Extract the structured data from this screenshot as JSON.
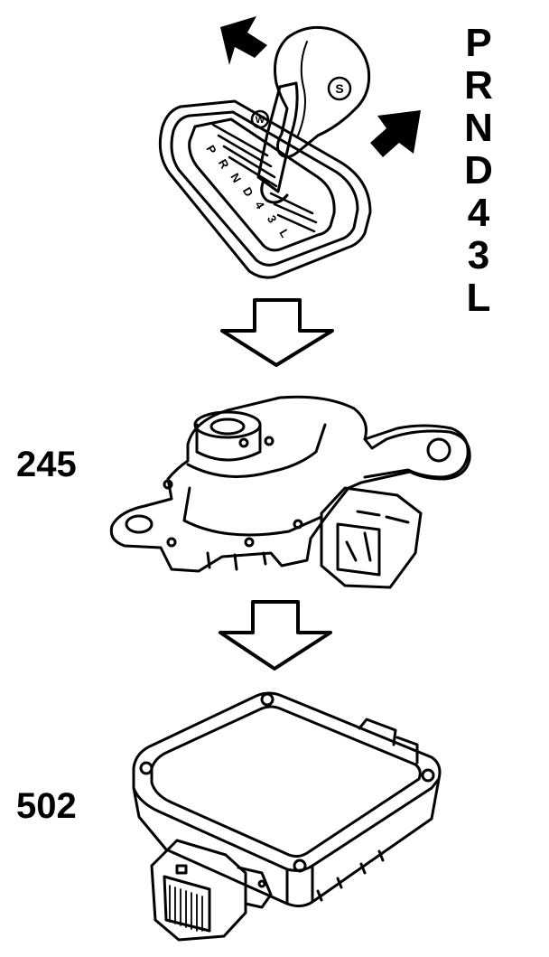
{
  "gear_sequence": [
    "P",
    "R",
    "N",
    "D",
    "4",
    "3",
    "L"
  ],
  "gate_labels": [
    "P",
    "R",
    "N",
    "D",
    "4",
    "3",
    "L"
  ],
  "knob_badge": "S",
  "winter_badge": "W",
  "parts": {
    "switch_label": "245",
    "module_label": "502"
  },
  "colors": {
    "ink": "#000000",
    "paper": "#ffffff"
  }
}
